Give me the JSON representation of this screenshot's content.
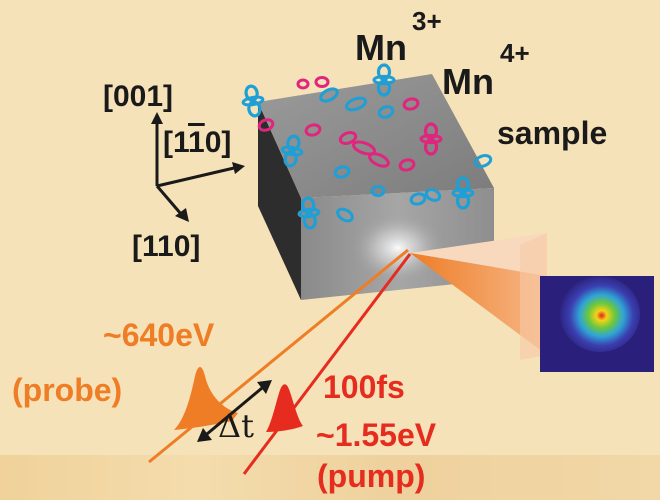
{
  "labels": {
    "mn3": "Mn",
    "mn3_charge": "3+",
    "mn4": "Mn",
    "mn4_charge": "4+",
    "sample": "sample",
    "axis_001": "[001]",
    "axis_110_bar_pre": "[1",
    "axis_110_bar_digit": "1",
    "axis_110_bar_post": "0]",
    "axis_110": "[110]",
    "probe_energy": "~640eV",
    "probe": "(probe)",
    "delta_t": "Δt",
    "pulse_duration": "100fs",
    "pump_energy": "~1.55eV",
    "pump": "(pump)"
  },
  "colors": {
    "background": "#f6e2b8",
    "probe": "#ee7d26",
    "pump": "#e62b1f",
    "mn3_orbital": "#1e9fd6",
    "mn4_orbital": "#e0257e",
    "sample_top": "#8c8c8c",
    "sample_front": "#9c9c9c",
    "sample_side": "#2d2d2d"
  },
  "icons": [
    "sample-cube",
    "mn3-orbital-icon",
    "mn4-orbital-icon",
    "crystal-axes",
    "probe-pulse",
    "pump-pulse",
    "diffraction-detector-image"
  ]
}
